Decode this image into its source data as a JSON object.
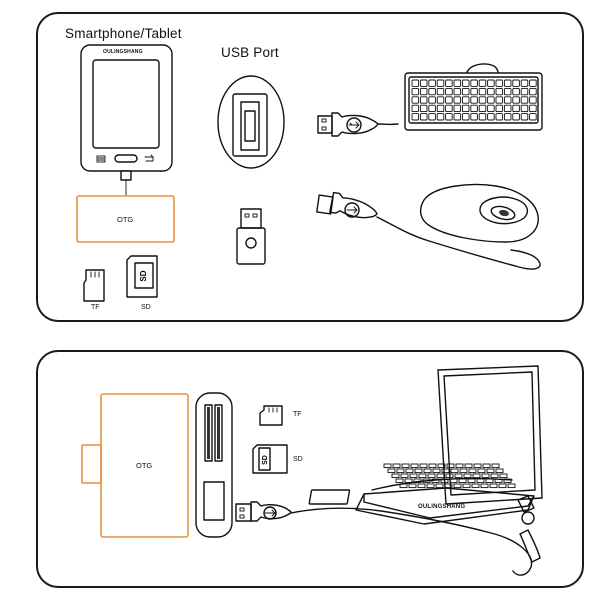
{
  "top_panel": {
    "device_title": "Smartphone/Tablet",
    "port_title": "USB Port",
    "phone_brand": "OULINGSHANG",
    "otg_label": "OTG",
    "tf_label": "TF",
    "sd_label": "SD"
  },
  "bottom_panel": {
    "otg_label": "OTG",
    "tf_label": "TF",
    "sd_label": "SD",
    "laptop_brand": "OULINGSHANG"
  },
  "colors": {
    "otg_outline": "#e8903f",
    "line": "#111111"
  }
}
